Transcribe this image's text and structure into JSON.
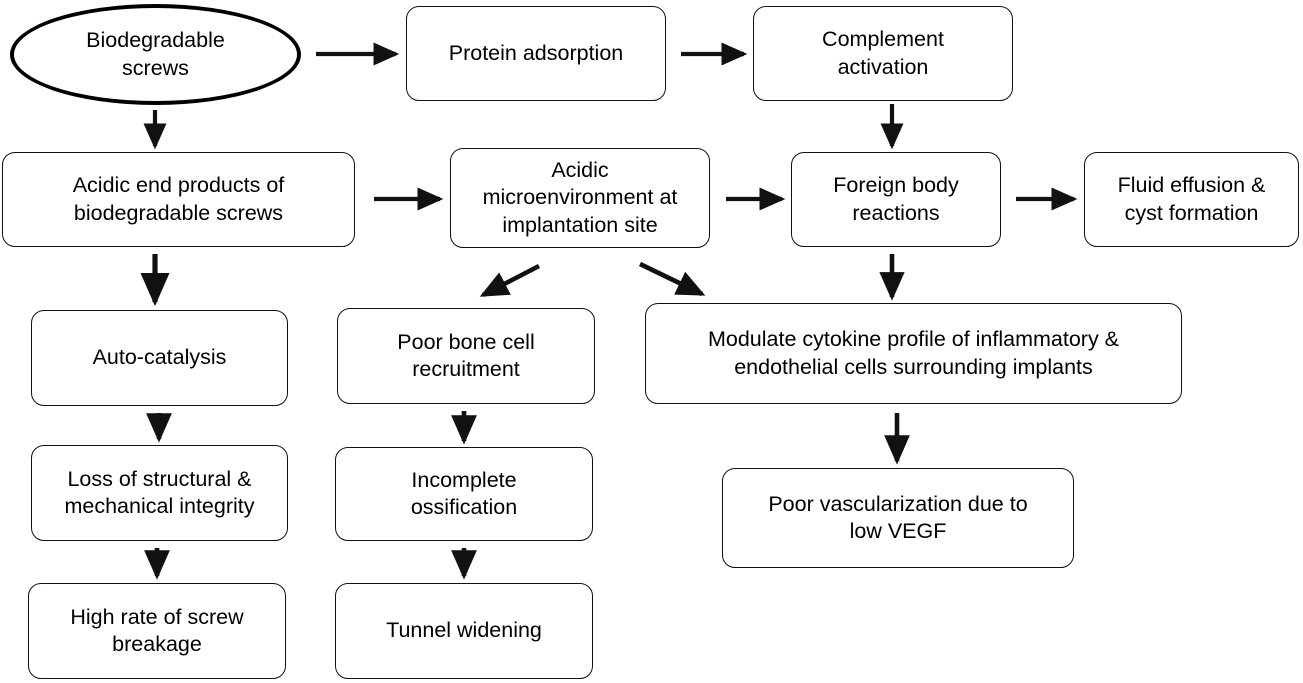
{
  "diagram": {
    "title": "Biodegradable screws complication pathway flowchart",
    "background_color": "#ffffff",
    "line_color": "#111111",
    "text_color": "#000000",
    "nodes": [
      {
        "id": "biodegradable-screws",
        "label": "Biodegradable\nscrews",
        "shape": "ellipse"
      },
      {
        "id": "protein-adsorption",
        "label": "Protein adsorption",
        "shape": "rounded-rect"
      },
      {
        "id": "complement-activation",
        "label": "Complement\nactivation",
        "shape": "rounded-rect"
      },
      {
        "id": "acidic-end-products",
        "label": "Acidic end products of\nbiodegradable screws",
        "shape": "rounded-rect"
      },
      {
        "id": "acidic-microenvironment",
        "label": "Acidic\nmicroenvironment at\nimplantation site",
        "shape": "rounded-rect"
      },
      {
        "id": "foreign-body-reactions",
        "label": "Foreign body\nreactions",
        "shape": "rounded-rect"
      },
      {
        "id": "fluid-effusion",
        "label": "Fluid effusion &\ncyst formation",
        "shape": "rounded-rect"
      },
      {
        "id": "auto-catalysis",
        "label": "Auto-catalysis",
        "shape": "rounded-rect"
      },
      {
        "id": "poor-bone-cell-recruitment",
        "label": "Poor bone cell\nrecruitment",
        "shape": "rounded-rect"
      },
      {
        "id": "modulate-cytokine-profile",
        "label": "Modulate cytokine profile of inflammatory &\nendothelial cells surrounding implants",
        "shape": "rounded-rect"
      },
      {
        "id": "loss-of-integrity",
        "label": "Loss of structural &\nmechanical integrity",
        "shape": "rounded-rect"
      },
      {
        "id": "incomplete-ossification",
        "label": "Incomplete\nossification",
        "shape": "rounded-rect"
      },
      {
        "id": "poor-vascularization",
        "label": "Poor vascularization due to\nlow VEGF",
        "shape": "rounded-rect"
      },
      {
        "id": "high-rate-screw-breakage",
        "label": "High rate of screw\nbreakage",
        "shape": "rounded-rect"
      },
      {
        "id": "tunnel-widening",
        "label": "Tunnel widening",
        "shape": "rounded-rect"
      }
    ],
    "edges": [
      {
        "from": "biodegradable-screws",
        "to": "protein-adsorption",
        "direction": "right"
      },
      {
        "from": "protein-adsorption",
        "to": "complement-activation",
        "direction": "right"
      },
      {
        "from": "complement-activation",
        "to": "foreign-body-reactions",
        "direction": "down"
      },
      {
        "from": "biodegradable-screws",
        "to": "acidic-end-products",
        "direction": "down"
      },
      {
        "from": "acidic-end-products",
        "to": "acidic-microenvironment",
        "direction": "right"
      },
      {
        "from": "acidic-microenvironment",
        "to": "foreign-body-reactions",
        "direction": "right"
      },
      {
        "from": "foreign-body-reactions",
        "to": "fluid-effusion",
        "direction": "right"
      },
      {
        "from": "acidic-end-products",
        "to": "auto-catalysis",
        "direction": "down"
      },
      {
        "from": "acidic-microenvironment",
        "to": "poor-bone-cell-recruitment",
        "direction": "down-left"
      },
      {
        "from": "acidic-microenvironment",
        "to": "modulate-cytokine-profile",
        "direction": "down-right"
      },
      {
        "from": "foreign-body-reactions",
        "to": "modulate-cytokine-profile",
        "direction": "down"
      },
      {
        "from": "auto-catalysis",
        "to": "loss-of-integrity",
        "direction": "down"
      },
      {
        "from": "poor-bone-cell-recruitment",
        "to": "incomplete-ossification",
        "direction": "down"
      },
      {
        "from": "modulate-cytokine-profile",
        "to": "poor-vascularization",
        "direction": "down"
      },
      {
        "from": "loss-of-integrity",
        "to": "high-rate-screw-breakage",
        "direction": "down"
      },
      {
        "from": "incomplete-ossification",
        "to": "tunnel-widening",
        "direction": "down"
      }
    ]
  }
}
